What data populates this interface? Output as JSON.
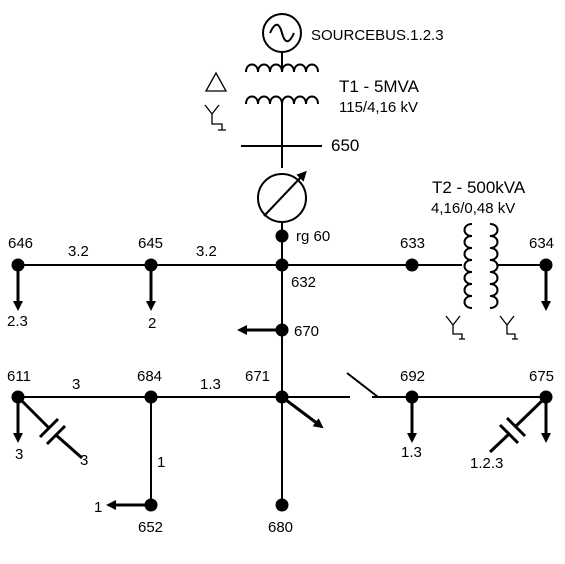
{
  "source": {
    "label": "SOURCEBUS.1.2.3"
  },
  "transformers": {
    "t1": {
      "title": "T1 - 5MVA",
      "voltage": "115/4,16 kV"
    },
    "t2": {
      "title": "T2 - 500kVA",
      "voltage": "4,16/0,48 kV"
    }
  },
  "buses": {
    "b650": "650",
    "b646": "646",
    "b645": "645",
    "b632": "632",
    "b633": "633",
    "b634": "634",
    "b670": "670",
    "b611": "611",
    "b684": "684",
    "b671": "671",
    "b692": "692",
    "b675": "675",
    "b652": "652",
    "b680": "680"
  },
  "regulator": {
    "label": "rg 60"
  },
  "lines": {
    "l646_645": "3.2",
    "l645_632": "3.2",
    "l611_684": "3",
    "l684_671": "1.3",
    "l684_652": "1"
  },
  "loads": {
    "load646": "2.3",
    "load645": "2",
    "load611": "3",
    "load652": "1",
    "load692": "1.3",
    "load675": "1.2.3"
  },
  "capacitors": {
    "cap611": "3"
  },
  "colors": {
    "ink": "#000000",
    "background": "#ffffff"
  }
}
